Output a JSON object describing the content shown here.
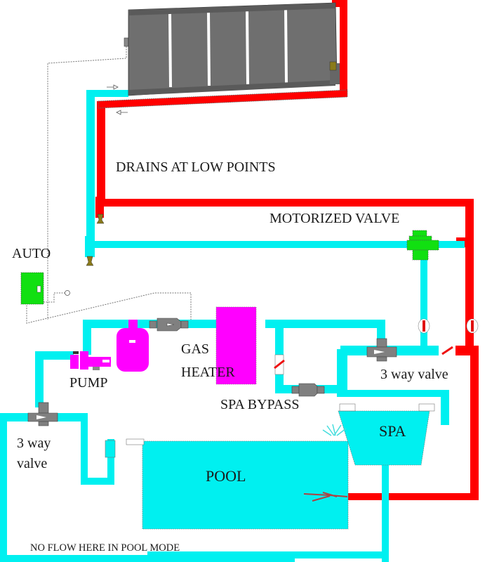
{
  "title": "Solar pool and spa heating plumbing diagram",
  "colors": {
    "cold_pipe": "#00f0f0",
    "hot_pipe": "#ff0000",
    "panel": "#777777",
    "controller": "#11e011",
    "equipment": "#ff00ff",
    "valve_body": "#808080",
    "water": "#00f0f0"
  },
  "labels": {
    "drains": "DRAINS AT LOW POINTS",
    "motorized_valve": "MOTORIZED VALVE",
    "auto": "AUTO",
    "pump": "PUMP",
    "gas": "GAS",
    "heater": "HEATER",
    "spa_bypass": "SPA BYPASS",
    "three_way_right": "3 way valve",
    "three_way_left_1": "3 way",
    "three_way_left_2": "valve",
    "spa": "SPA",
    "pool": "POOL",
    "no_flow": "NO FLOW HERE IN POOL MODE"
  },
  "components": {
    "solar_panels": {
      "count": 5,
      "name": "solar-collector-panel"
    },
    "controller": "auto-controller",
    "motorized_valve": "motorized-valve",
    "pump": "pump",
    "filter": "filter-tank",
    "heater": "gas-heater",
    "check_valves": 4,
    "three_way_valves": 2
  }
}
